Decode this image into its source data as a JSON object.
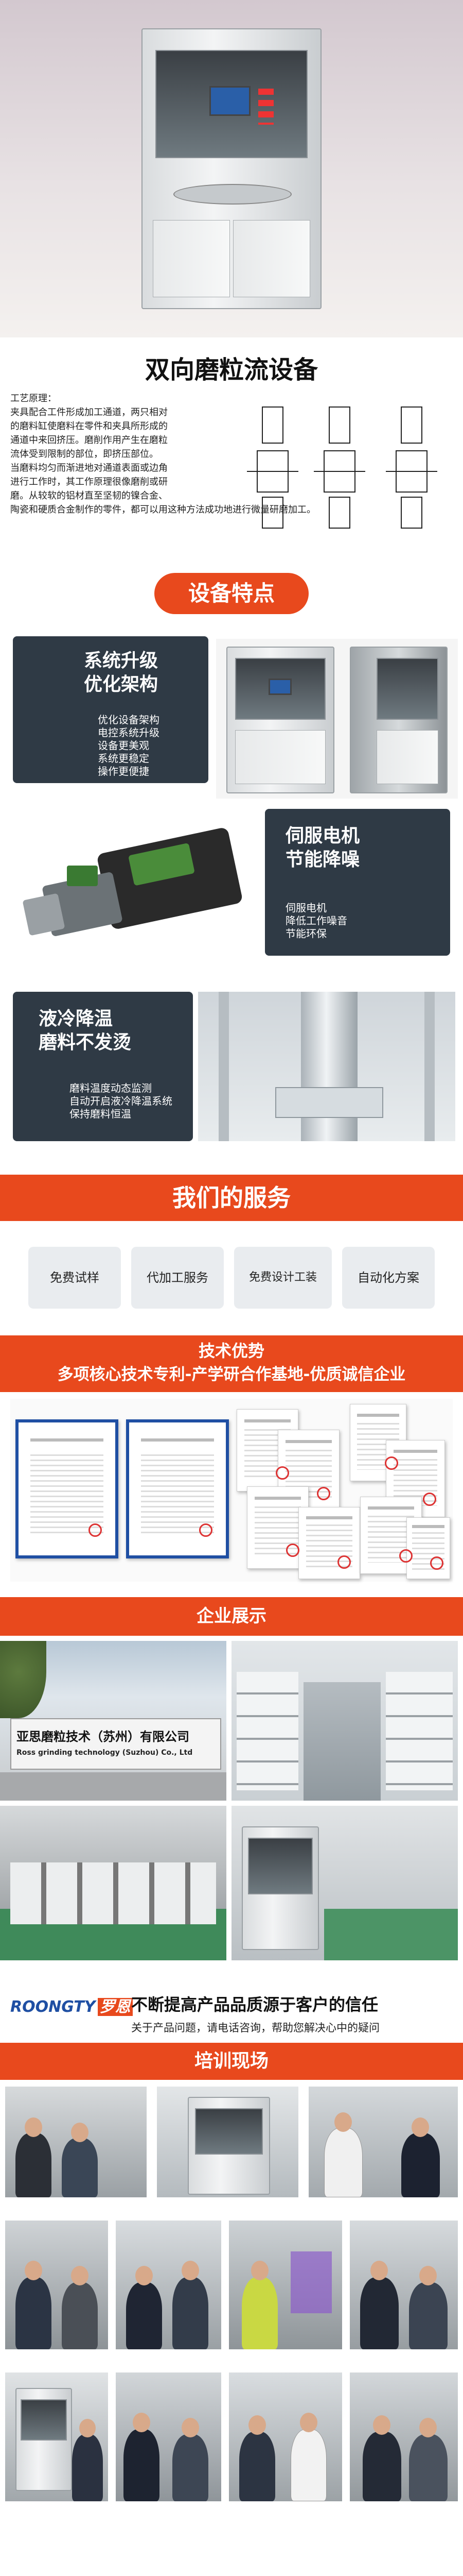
{
  "title": "双向磨粒流设备",
  "process": {
    "heading": "工艺原理：",
    "lines": [
      "夹具配合工件形成加工通道，两只相对",
      "的磨料缸使磨料在零件和夹具所形成的",
      "通道中来回挤压。磨削作用产生在磨粒",
      "流体受到限制的部位，即挤压部位。",
      "当磨料均匀而渐进地对通道表面或边角",
      "进行工作时，其工作原理很像磨削或研",
      "磨。从较软的铝材直至坚韧的镍合金、",
      "陶瓷和硬质合金制作的零件，都可以用这种方法成功地进行微量研磨加工。"
    ]
  },
  "features": {
    "label": "设备特点",
    "f1": {
      "title_1": "系统升级",
      "title_2": "优化架构",
      "items": [
        "优化设备架构",
        "电控系统升级",
        "设备更美观",
        "系统更稳定",
        "操作更便捷"
      ]
    },
    "f2": {
      "title_1": "伺服电机",
      "title_2": "节能降噪",
      "items": [
        "伺服电机",
        "降低工作噪音",
        "节能环保"
      ]
    },
    "f3": {
      "title_1": "液冷降温",
      "title_2": "磨料不发烫",
      "items": [
        "磨料温度动态监测",
        "自动开启液冷降温系统",
        "保持磨料恒温"
      ]
    }
  },
  "services": {
    "label": "我们的服务",
    "items": [
      "免费试样",
      "代加工服务",
      "免费设计工装",
      "自动化方案"
    ]
  },
  "tech": {
    "title": "技术优势",
    "subtitle": "多项核心技术专利-产学研合作基地-优质诚信企业"
  },
  "enterprise": {
    "label": "企业展示",
    "company_cn": "亚思磨粒技术（苏州）有限公司",
    "company_en": "Ross grinding technology (Suzhou) Co., Ltd"
  },
  "slogan": {
    "logo_en": "ROONGTY",
    "logo_cn": "罗恩",
    "line1": "不断提高产品品质源于客户的信任",
    "line2": "关于产品问题，请电话咨询，帮助您解决心中的疑问"
  },
  "training": {
    "label": "培训现场"
  },
  "colors": {
    "accent": "#e8491d",
    "dark": "#2f3a45",
    "blue": "#1f4fa3"
  }
}
